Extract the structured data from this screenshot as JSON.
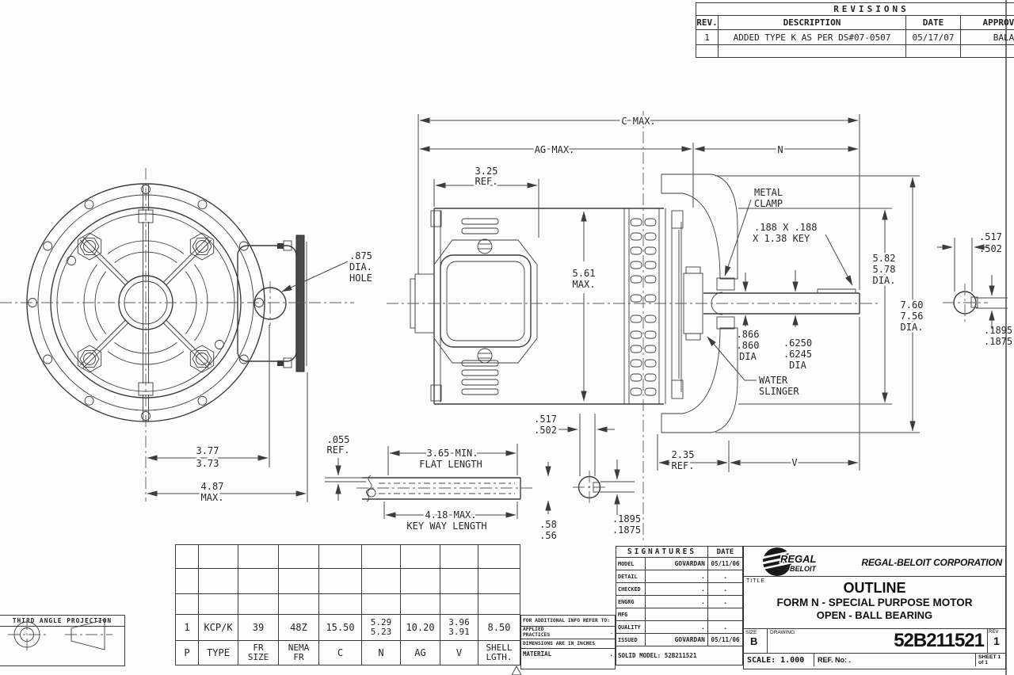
{
  "revisions": {
    "title": "REVISIONS",
    "col_rev": "REV.",
    "col_desc": "DESCRIPTION",
    "col_date": "DATE",
    "col_approved": "APPROVED",
    "row": {
      "rev": "1",
      "desc": "ADDED TYPE K AS PER DS#07-0507",
      "date": "05/17/07",
      "approved": "BALA"
    }
  },
  "projection": {
    "label": "THIRD ANGLE PROJECTION"
  },
  "spec_table": {
    "data_row": {
      "p": "1",
      "type": "KCP/K",
      "fr_size": "39",
      "nema_fr": "48Z",
      "c": "15.50",
      "n": "5.29\n5.23",
      "ag": "10.20",
      "v": "3.96\n3.91",
      "shell": "8.50"
    },
    "header_row": {
      "p": "P",
      "type": "TYPE",
      "fr_size": "FR\nSIZE",
      "nema_fr": "NEMA\nFR",
      "c": "C",
      "n": "N",
      "ag": "AG",
      "v": "V",
      "shell": "SHELL\nLGTH."
    }
  },
  "info_block": {
    "refer": "FOR ADDITIONAL INFO REFER TO:",
    "applied": "APPLIED\nPRACTICES",
    "applied_dot": ".",
    "dims_note": "DIMENSIONS ARE IN INCHES",
    "material_label": "MATERIAL",
    "material_dot": "."
  },
  "signatures": {
    "title": "SIGNATURES",
    "date_col": "DATE",
    "rows": [
      {
        "label": "MODEL",
        "sig": "GOVARDAN",
        "date": "05/11/06"
      },
      {
        "label": "DETAIL",
        "sig": ".",
        "date": "."
      },
      {
        "label": "CHECKED",
        "sig": ".",
        "date": "."
      },
      {
        "label": "ENGRG",
        "sig": ".",
        "date": "."
      },
      {
        "label": "MFG",
        "sig": "",
        "date": ""
      },
      {
        "label": "QUALITY",
        "sig": ".",
        "date": "."
      },
      {
        "label": "ISSUED",
        "sig": "GOVARDAN",
        "date": "05/11/06"
      }
    ],
    "solid_model": "SOLID MODEL: 52B211521"
  },
  "title_block": {
    "logo_line1": "REGAL",
    "logo_line2": "BELOIT",
    "company": "REGAL-BELOIT CORPORATION",
    "title_label": "TITLE",
    "line1": "OUTLINE",
    "line2": "FORM N - SPECIAL PURPOSE MOTOR",
    "line3": "OPEN - BALL BEARING",
    "size_label": "SIZE",
    "size": "B",
    "drawing_label": "DRAWING",
    "number": "52B211521",
    "rev_label": "REV",
    "rev": "1",
    "scale": "SCALE: 1.000",
    "ref_no": "REF. No: .",
    "sheet": "SHEET 1 of 1"
  },
  "dims": {
    "c_max": "C MAX.",
    "ag_max": "AG MAX.",
    "n": "N",
    "ref325_1": "3.25",
    "ref325_2": "REF.",
    "max561_1": "5.61",
    "max561_2": "MAX.",
    "clamp_1": "METAL",
    "clamp_2": "CLAMP",
    "key_1": ".188 X .188",
    "key_2": "X 1.38 KEY",
    "d582_1": "5.82",
    "d582_2": "5.78",
    "d582_3": "DIA.",
    "d760_1": "7.60",
    "d760_2": "7.56",
    "d760_3": "DIA.",
    "d866_1": ".866",
    "d866_2": ".860",
    "d866_3": "DIA",
    "d6250_1": ".6250",
    "d6250_2": ".6245",
    "d6250_3": "DIA",
    "slinger_1": "WATER",
    "slinger_2": "SLINGER",
    "hole_1": ".875",
    "hole_2": "DIA.",
    "hole_3": "HOLE",
    "d377_1": "3.77",
    "d377_2": "3.73",
    "max487_1": "4.87",
    "max487_2": "MAX.",
    "ref055_1": ".055",
    "ref055_2": "REF.",
    "flat_1": "3.65 MIN.",
    "flat_2": "FLAT LENGTH",
    "keyway_1": "4.18 MAX.",
    "keyway_2": "KEY WAY LENGTH",
    "d58_1": ".58",
    "d58_2": ".56",
    "d517a_1": ".517",
    "d517a_2": ".502",
    "d1895a_1": ".1895",
    "d1895a_2": ".1875",
    "ref235_1": "2.35",
    "ref235_2": "REF.",
    "v": "V",
    "d517b_1": ".517",
    "d517b_2": ".502",
    "d1895b_1": ".1895",
    "d1895b_2": ".1875"
  }
}
